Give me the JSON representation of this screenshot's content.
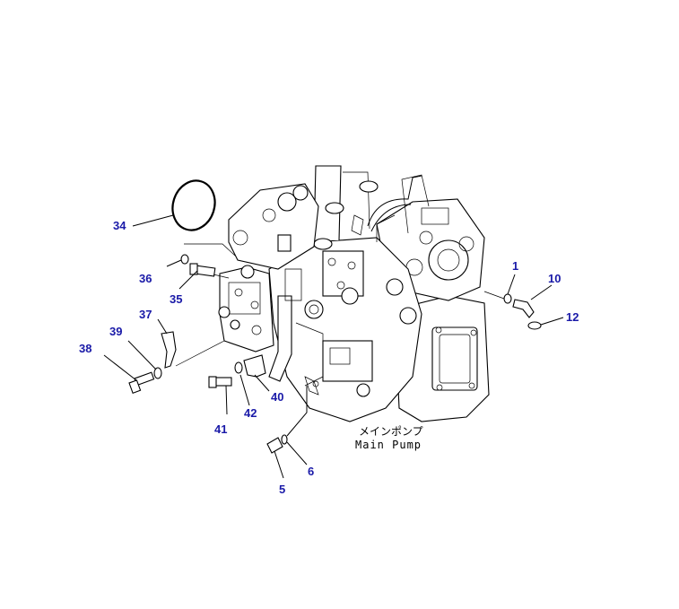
{
  "caption": {
    "jp": "メインポンプ",
    "en": "Main Pump"
  },
  "callouts": [
    {
      "id": "c34",
      "label": "34"
    },
    {
      "id": "c36",
      "label": "36"
    },
    {
      "id": "c35",
      "label": "35"
    },
    {
      "id": "c37",
      "label": "37"
    },
    {
      "id": "c39",
      "label": "39"
    },
    {
      "id": "c38",
      "label": "38"
    },
    {
      "id": "c41",
      "label": "41"
    },
    {
      "id": "c42",
      "label": "42"
    },
    {
      "id": "c40",
      "label": "40"
    },
    {
      "id": "c5",
      "label": "5"
    },
    {
      "id": "c6",
      "label": "6"
    },
    {
      "id": "c1",
      "label": "1"
    },
    {
      "id": "c10",
      "label": "10"
    },
    {
      "id": "c12",
      "label": "12"
    }
  ]
}
